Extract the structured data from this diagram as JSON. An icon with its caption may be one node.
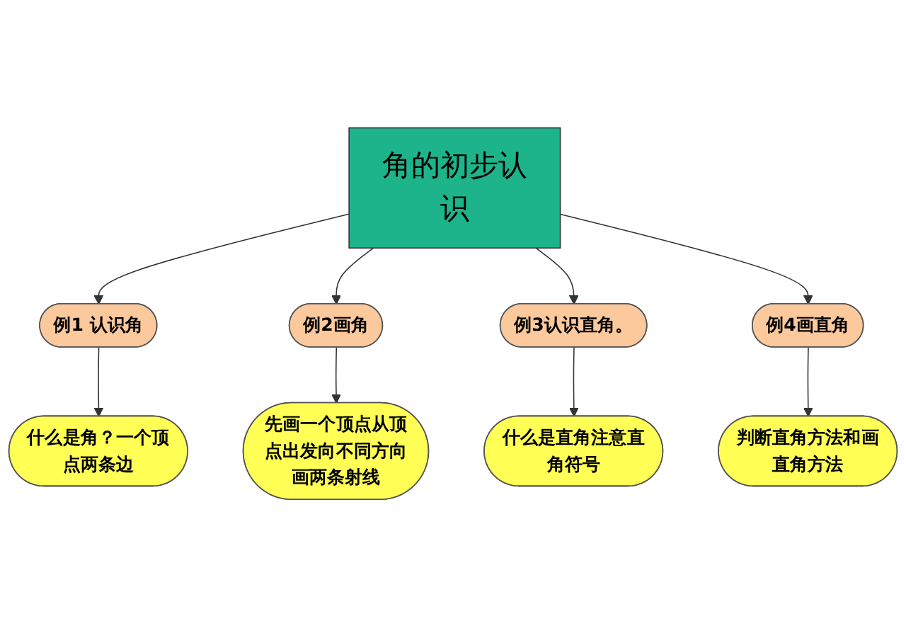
{
  "diagram": {
    "nodes": [
      {
        "text": [
          "角的初步认识"
        ]
      },
      {
        "text": [
          "例1 认识角"
        ]
      },
      {
        "text": [
          "什么是角？一个顶点两条边"
        ]
      },
      {
        "text": [
          "例2画角"
        ]
      },
      {
        "text": [
          "例3认识直角。"
        ]
      },
      {
        "text": [
          "例4画直角"
        ]
      },
      {
        "text": [
          "先画一个顶点从顶点出发向不同方向画两条射线"
        ]
      },
      {
        "text": [
          "什么是直角注意直角符号"
        ]
      },
      {
        "text": [
          "判断直角方法和画直角方法"
        ]
      }
    ],
    "edges": [
      {
        "from": 0,
        "to": 1,
        "arrow": "to"
      },
      {
        "from": 1,
        "to": 2,
        "arrow": "to"
      },
      {
        "from": 0,
        "to": 3,
        "arrow": "to"
      },
      {
        "from": 0,
        "to": 4,
        "arrow": "to"
      },
      {
        "from": 0,
        "to": 5,
        "arrow": "to"
      },
      {
        "from": 3,
        "to": 6,
        "arrow": "to"
      },
      {
        "from": 4,
        "to": 7,
        "arrow": "to"
      },
      {
        "from": 5,
        "to": 8,
        "arrow": "to"
      }
    ]
  }
}
